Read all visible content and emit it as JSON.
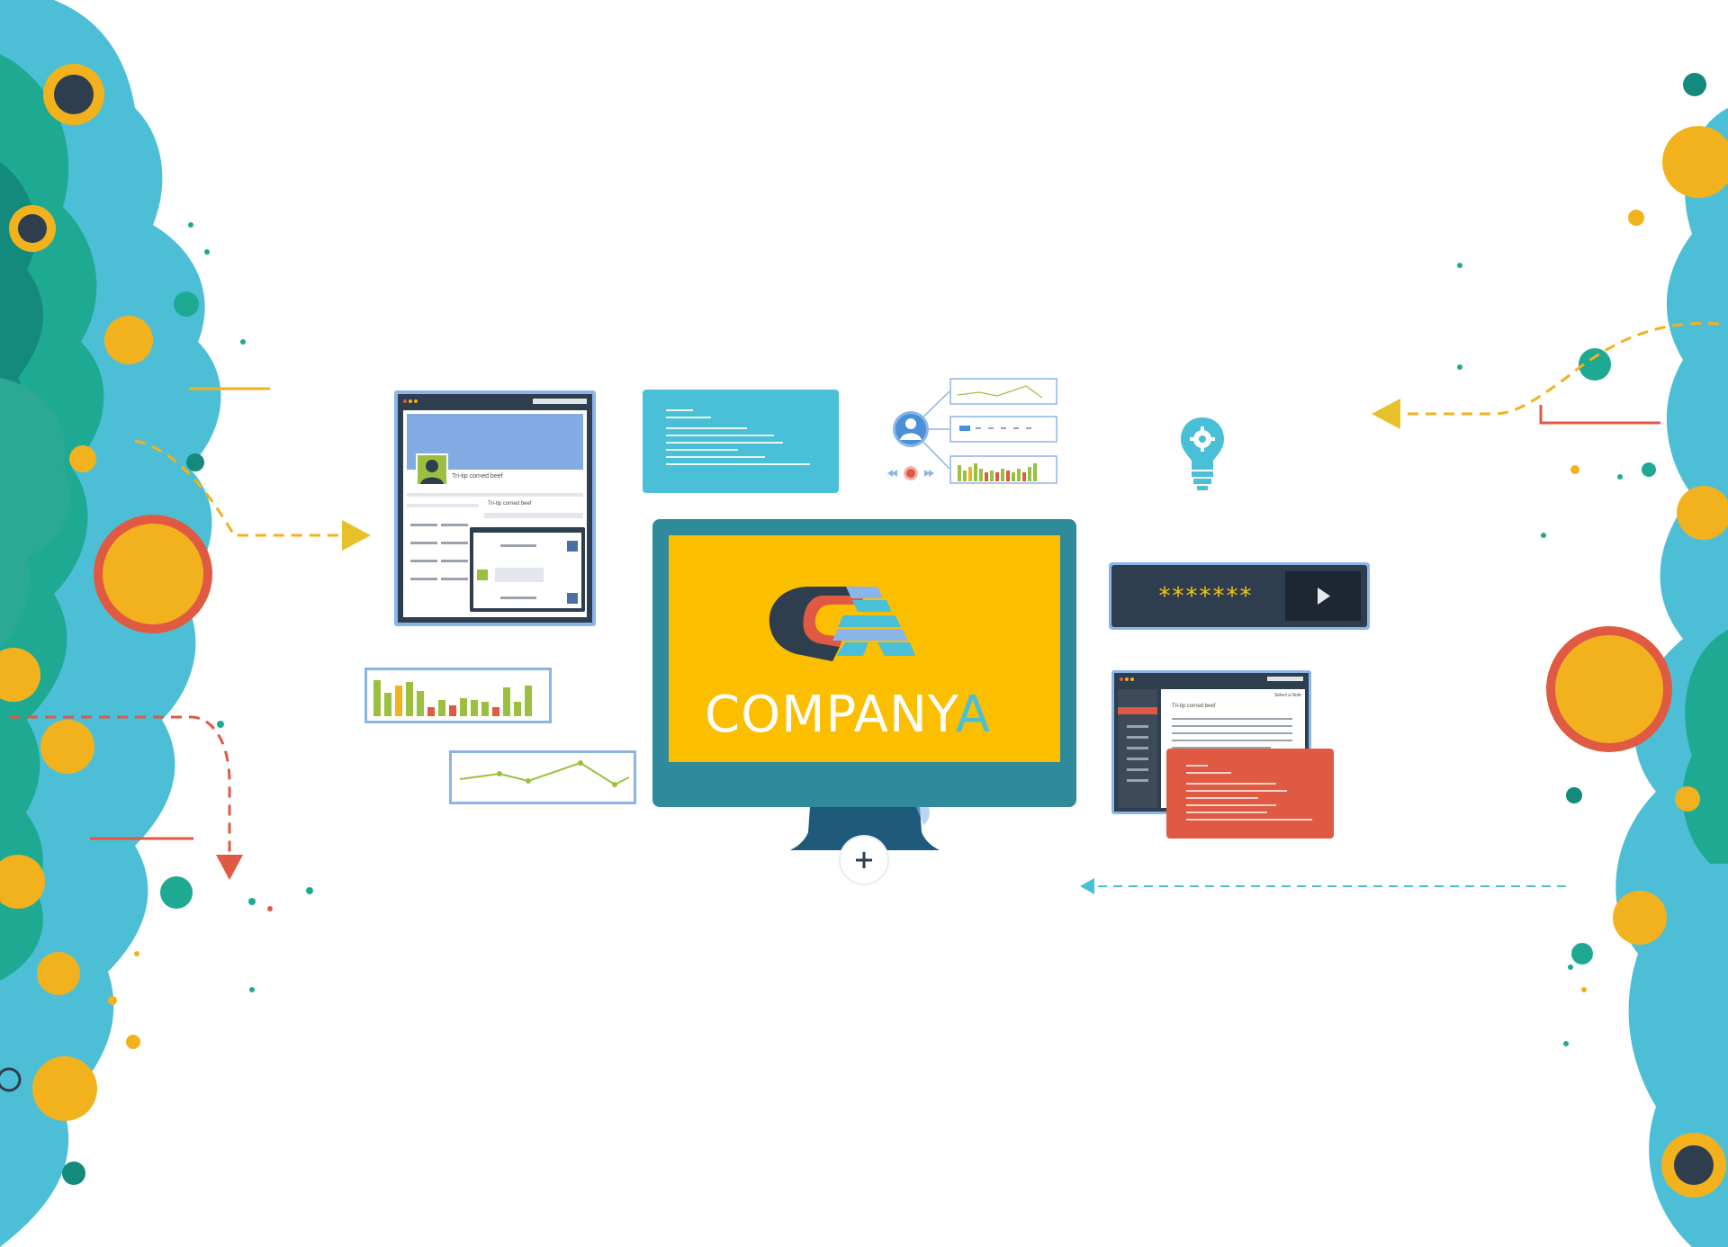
{
  "logo": {
    "brand_main": "COMPANY",
    "brand_accent": "A"
  },
  "profile_card": {
    "caption": "Tri-tip corned beef",
    "inner_caption": "Tri-tip corned beef"
  },
  "login_widget": {
    "password_mask": "*******"
  },
  "document_panel": {
    "title": "Tri-tip corned beef",
    "corner_label": "Select a Note"
  },
  "colors": {
    "yellow": "#fbbf00",
    "teal_dark": "#2f8a9c",
    "cyan": "#49c0d7",
    "red": "#e05a43",
    "navy": "#2f3e4e"
  }
}
